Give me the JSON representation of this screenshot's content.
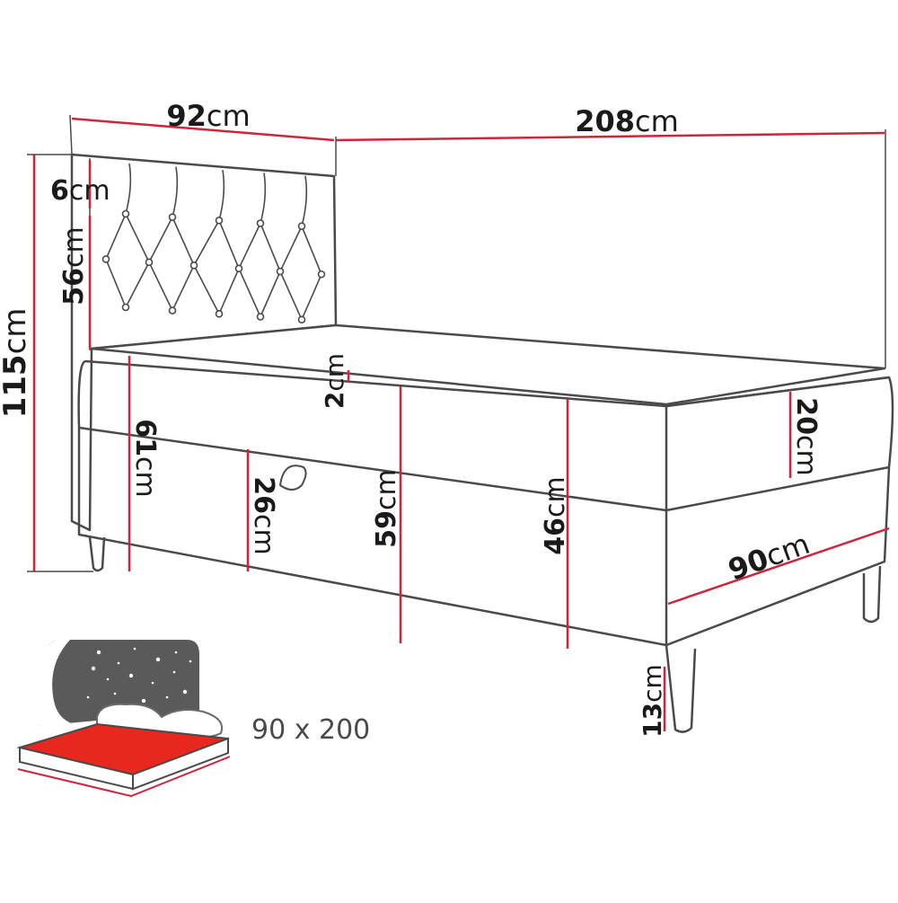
{
  "dimensions": {
    "width": {
      "num": "92",
      "unit": "cm"
    },
    "length": {
      "num": "208",
      "unit": "cm"
    },
    "total_height": {
      "num": "115",
      "unit": "cm"
    },
    "headboard_top": {
      "num": "6",
      "unit": "cm"
    },
    "headboard_panel": {
      "num": "56",
      "unit": "cm"
    },
    "topper": {
      "num": "2",
      "unit": "cm"
    },
    "height_rear": {
      "num": "61",
      "unit": "cm"
    },
    "storage_depth": {
      "num": "26",
      "unit": "cm"
    },
    "height_middle": {
      "num": "59",
      "unit": "cm"
    },
    "height_front": {
      "num": "46",
      "unit": "cm"
    },
    "mattress": {
      "num": "20",
      "unit": "cm"
    },
    "base_width": {
      "num": "90",
      "unit": "cm"
    },
    "legs": {
      "num": "13",
      "unit": "cm"
    }
  },
  "sleeping_area": "90 x 200",
  "colors": {
    "line": "#4a4a4a",
    "dimension": "#d0243a",
    "mattress_icon": "#e8281e",
    "night_sky": "#5a5a5a"
  }
}
